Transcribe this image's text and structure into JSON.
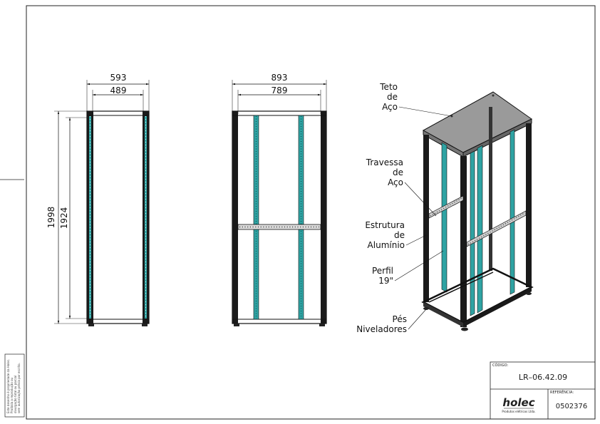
{
  "drawing": {
    "side_view": {
      "outer_width": "593",
      "inner_width": "489",
      "outer_height": "1998",
      "inner_height": "1924"
    },
    "front_view": {
      "outer_width": "893",
      "inner_width": "789"
    },
    "callouts": [
      {
        "id": "teto",
        "lines": [
          "Teto",
          "de",
          "Aço"
        ]
      },
      {
        "id": "travessa",
        "lines": [
          "Travessa",
          "de",
          "Aço"
        ]
      },
      {
        "id": "estrutura",
        "lines": [
          "Estrutura",
          "de",
          "Alumínio"
        ]
      },
      {
        "id": "perfil",
        "lines": [
          "Perfil",
          "19\""
        ]
      },
      {
        "id": "pes",
        "lines": [
          "Pés",
          "Niveladores"
        ]
      }
    ]
  },
  "title_block": {
    "codigo_label": "CÓDIGO:",
    "codigo": "LR–06.42.09",
    "logo": "holec",
    "logo_sub": "Produtos elétricos Ltda.",
    "referencia_label": "REFERÊNCIA:",
    "referencia": "0502376"
  },
  "side_note": [
    "Este desenho é propriedade da Holec.",
    "Proibida a reprodução ou",
    "divulgação total ou parcial",
    "sem autorização prévia por escrito."
  ],
  "colors": {
    "frame": "#1a1a1a",
    "rail": "#2fa3a3",
    "roof": "#9a9a9a",
    "line": "#333333"
  }
}
